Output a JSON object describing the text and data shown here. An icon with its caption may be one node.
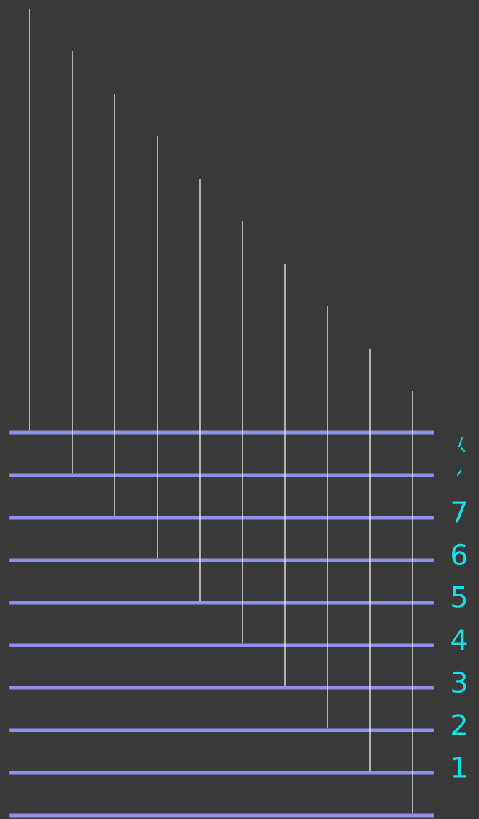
{
  "diagram": {
    "nodes": [
      {
        "text": [],
        "shape": "bar"
      },
      {
        "text": [],
        "shape": "bar"
      },
      {
        "text": [],
        "shape": "bar"
      },
      {
        "text": [],
        "shape": "bar"
      },
      {
        "text": [],
        "shape": "bar"
      },
      {
        "text": [],
        "shape": "bar"
      },
      {
        "text": [],
        "shape": "bar"
      },
      {
        "text": [],
        "shape": "bar"
      },
      {
        "text": [],
        "shape": "bar"
      },
      {
        "text": [],
        "shape": "bar"
      }
    ],
    "edges": [
      {
        "from": null,
        "to": 0,
        "arrow": "none"
      },
      {
        "from": null,
        "to": 1,
        "arrow": "none"
      },
      {
        "from": null,
        "to": 2,
        "arrow": "none"
      },
      {
        "from": null,
        "to": 3,
        "arrow": "none"
      },
      {
        "from": null,
        "to": 4,
        "arrow": "none"
      },
      {
        "from": null,
        "to": 5,
        "arrow": "none"
      },
      {
        "from": null,
        "to": 6,
        "arrow": "none"
      },
      {
        "from": null,
        "to": 7,
        "arrow": "none"
      },
      {
        "from": null,
        "to": 8,
        "arrow": "none"
      },
      {
        "from": null,
        "to": 9,
        "arrow": "none"
      }
    ],
    "labels": [
      "7",
      "6",
      "5",
      "4",
      "3",
      "2",
      "1"
    ]
  }
}
